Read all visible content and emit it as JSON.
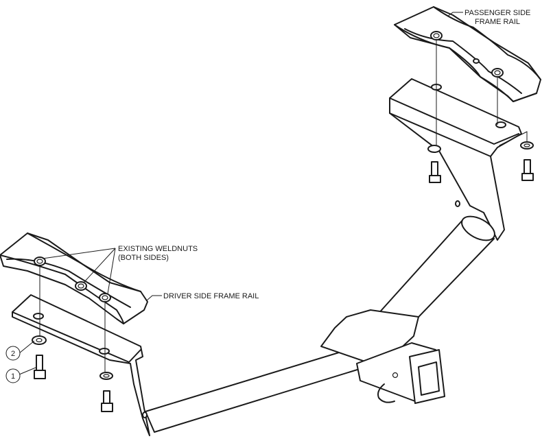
{
  "labels": {
    "passenger_rail_line1": "PASSENGER SIDE",
    "passenger_rail_line2": "FRAME RAIL",
    "weldnuts_line1": "EXISTING WELDNUTS",
    "weldnuts_line2": "(BOTH SIDES)",
    "driver_rail": "DRIVER SIDE FRAME RAIL"
  },
  "callouts": [
    {
      "number": "1"
    },
    {
      "number": "2"
    }
  ]
}
